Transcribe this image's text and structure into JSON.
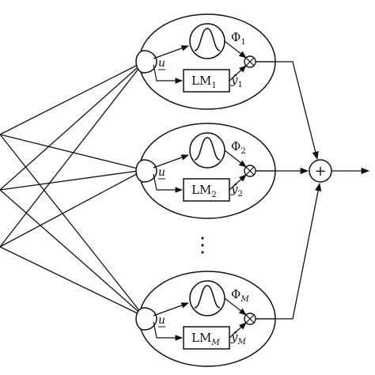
{
  "modules": [
    {
      "name": "module-1",
      "weight_symbol": "Φ",
      "weight_sub": "1",
      "model_label": "LM",
      "model_sub": "1",
      "output_symbol": "ŷ",
      "output_sub": "1",
      "input_symbol": "u"
    },
    {
      "name": "module-2",
      "weight_symbol": "Φ",
      "weight_sub": "2",
      "model_label": "LM",
      "model_sub": "2",
      "output_symbol": "ŷ",
      "output_sub": "2",
      "input_symbol": "u"
    },
    {
      "name": "module-M",
      "weight_symbol": "Φ",
      "weight_sub": "M",
      "model_label": "LM",
      "model_sub": "M",
      "output_symbol": "ŷ",
      "output_sub": "M",
      "input_symbol": "u"
    }
  ],
  "ellipsis": "⋮",
  "summation_symbol": "+",
  "colors": {
    "stroke": "#111111",
    "background": "#ffffff"
  }
}
